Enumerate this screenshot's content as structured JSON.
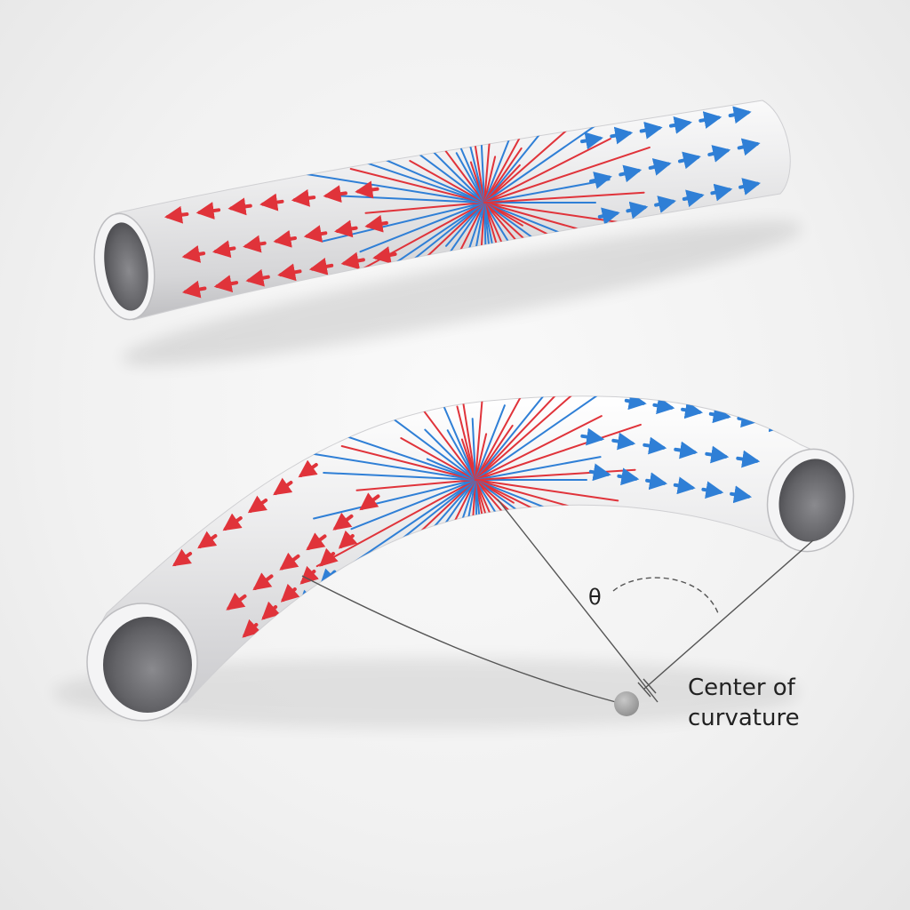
{
  "labels": {
    "theta": "θ",
    "center_line1": "Center of",
    "center_line2": "curvature"
  },
  "colors": {
    "tube": "#e9e9ea",
    "tube_inner": "#5e5e62",
    "red_field": "#e0333a",
    "blue_field": "#2f7fd6",
    "construction_line": "#555555",
    "center_dot": "#a5a5a5"
  }
}
